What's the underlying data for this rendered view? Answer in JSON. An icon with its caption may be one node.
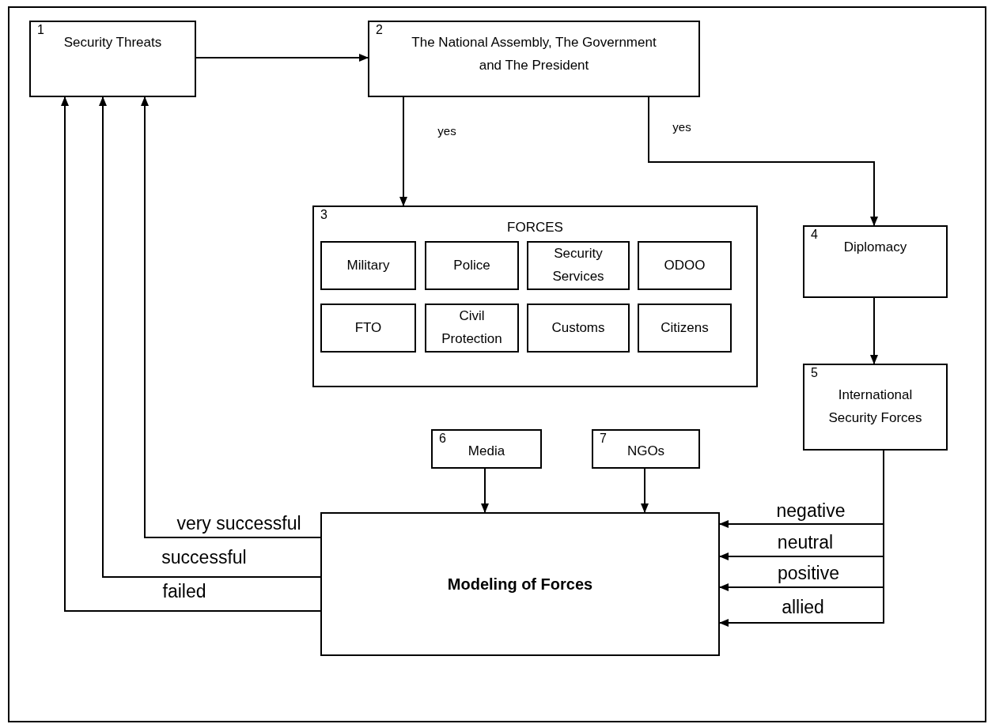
{
  "diagram": {
    "nodes": [
      {
        "text": [
          "1",
          "Security Threats"
        ]
      },
      {
        "text": [
          "2",
          "The National Assembly, The Government and The President"
        ]
      },
      {
        "text": [
          "3",
          "FORCES"
        ]
      },
      {
        "text": [
          "Military"
        ],
        "in": 2
      },
      {
        "text": [
          "Police"
        ],
        "in": 2
      },
      {
        "text": [
          "Security Services"
        ],
        "in": 2
      },
      {
        "text": [
          "ODOO"
        ],
        "in": 2
      },
      {
        "text": [
          "FTO"
        ],
        "in": 2
      },
      {
        "text": [
          "Civil Protection"
        ],
        "in": 2
      },
      {
        "text": [
          "Customs"
        ],
        "in": 2
      },
      {
        "text": [
          "Citizens"
        ],
        "in": 2
      },
      {
        "text": [
          "4",
          "Diplomacy"
        ]
      },
      {
        "text": [
          "5",
          "International Security Forces"
        ]
      },
      {
        "text": [
          "6",
          "Media"
        ]
      },
      {
        "text": [
          "7",
          "NGOs"
        ]
      },
      {
        "text": [
          "Modeling of Forces"
        ]
      }
    ],
    "edges": [
      {
        "from": 0,
        "to": 1,
        "arrow": "to"
      },
      {
        "from": 1,
        "to": 2,
        "arrow": "to",
        "label": "yes"
      },
      {
        "from": 1,
        "to": 11,
        "arrow": "to",
        "label": "yes"
      },
      {
        "from": 11,
        "to": 12,
        "arrow": "to"
      },
      {
        "from": 12,
        "to": 15,
        "arrow": "to",
        "label": "negative"
      },
      {
        "from": 12,
        "to": 15,
        "arrow": "to",
        "label": "neutral"
      },
      {
        "from": 12,
        "to": 15,
        "arrow": "to",
        "label": "positive"
      },
      {
        "from": 12,
        "to": 15,
        "arrow": "to",
        "label": "allied"
      },
      {
        "from": 13,
        "to": 15,
        "arrow": "to"
      },
      {
        "from": 14,
        "to": 15,
        "arrow": "to"
      },
      {
        "from": 15,
        "to": 0,
        "arrow": "to",
        "label": "very successful"
      },
      {
        "from": 15,
        "to": 0,
        "arrow": "to",
        "label": "successful"
      },
      {
        "from": 15,
        "to": 0,
        "arrow": "to",
        "label": "failed"
      }
    ]
  }
}
